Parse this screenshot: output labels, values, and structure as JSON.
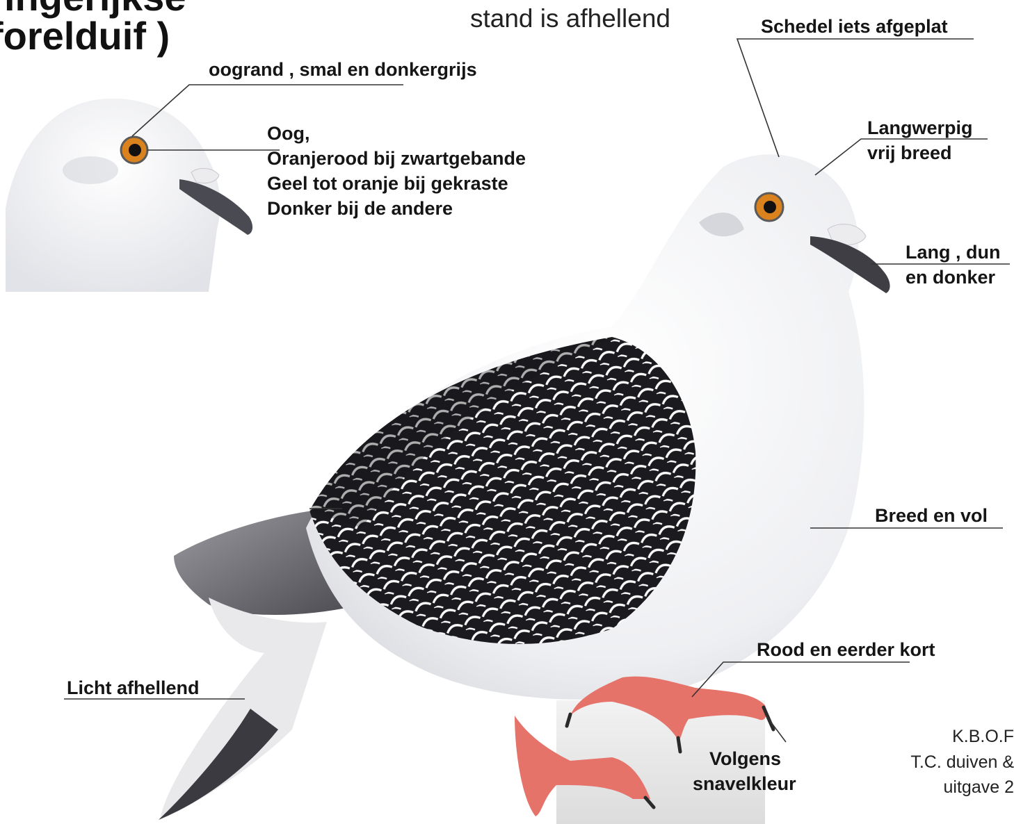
{
  "header": {
    "title_line1": "ingerijkse",
    "title_line2": "forelduif )",
    "stance_note": "stand is afhellend"
  },
  "labels": {
    "eye_rim": "oogrand , smal en donkergrijs",
    "eye_heading": "Oog,",
    "eye_line1": "Oranjerood bij zwartgebande",
    "eye_line2": "Geel tot oranje bij gekraste",
    "eye_line3": "Donker bij de andere",
    "skull": "Schedel iets afgeplat",
    "head_shape_1": "Langwerpig",
    "head_shape_2": "vrij breed",
    "beak_1": "Lang , dun",
    "beak_2": "en donker",
    "chest": "Breed en vol",
    "legs": "Rood en eerder kort",
    "tail": "Licht afhellend",
    "nails_1": "Volgens",
    "nails_2": "snavelkleur"
  },
  "credits": {
    "line1": "K.B.O.F",
    "line2": "T.C. duiven &",
    "line3": "uitgave 2"
  },
  "colors": {
    "plumage_white": "#f4f4f6",
    "wing_black": "#1b1b1f",
    "eye_orange": "#d9821e",
    "feet_red": "#e5736a",
    "beak_dark": "#3e3e44"
  }
}
